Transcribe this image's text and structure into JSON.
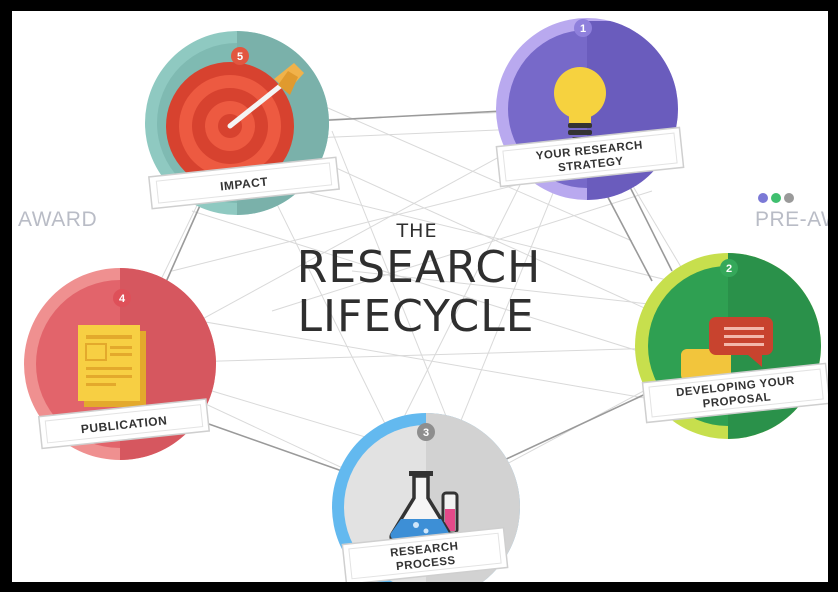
{
  "title": {
    "line1": "THE",
    "line2": "RESEARCH",
    "line3": "LIFECYCLE"
  },
  "side_labels": {
    "left": "AWARD",
    "right": "PRE-AW"
  },
  "stages": [
    {
      "number": "1",
      "label_line1": "YOUR RESEARCH",
      "label_line2": "STRATEGY",
      "icon": "lightbulb-icon",
      "color": "#8a7fd6"
    },
    {
      "number": "2",
      "label_line1": "DEVELOPING YOUR",
      "label_line2": "PROPOSAL",
      "icon": "speech-bubbles-icon",
      "color": "#3aa14f"
    },
    {
      "number": "3",
      "label_line1": "RESEARCH",
      "label_line2": "PROCESS",
      "icon": "flask-icon",
      "color": "#5bb3e8"
    },
    {
      "number": "4",
      "label_line1": "PUBLICATION",
      "label_line2": "",
      "icon": "document-icon",
      "color": "#e0636b"
    },
    {
      "number": "5",
      "label_line1": "IMPACT",
      "label_line2": "",
      "icon": "target-arrow-icon",
      "color": "#d84a3a"
    }
  ],
  "colors": {
    "dots": [
      "#7b79d6",
      "#3fbf6f",
      "#9a9a9a"
    ]
  }
}
